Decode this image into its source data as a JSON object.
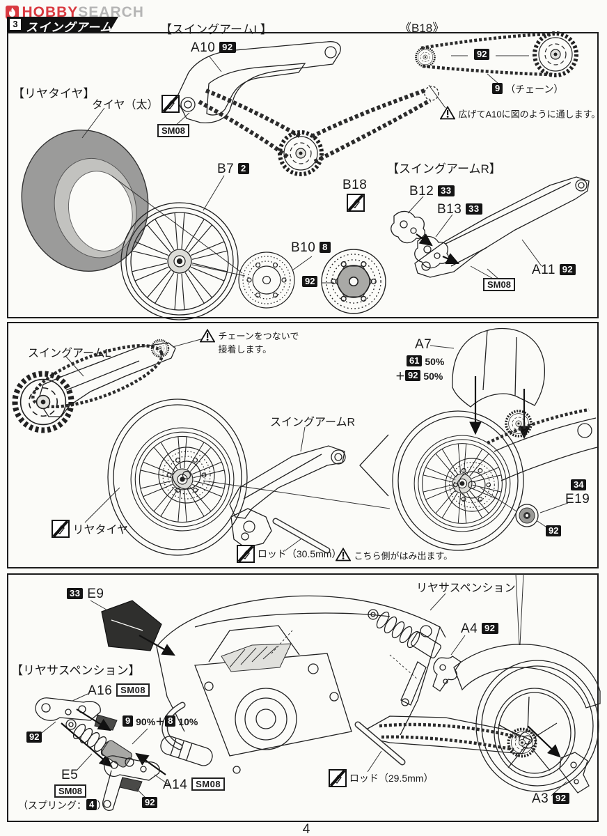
{
  "colors": {
    "accent_red": "#d93a40",
    "logo_gray": "#b5b5b5",
    "badge_black": "#141414",
    "tire_gray": "#9b9b9a",
    "paper": "#fbfbf8"
  },
  "icons": {
    "logo_flame": "flame-icon",
    "no_cement": "no-cement-icon",
    "warning": "warning-triangle-icon"
  },
  "header": {
    "logo_hobby": "HOBBY",
    "logo_search": "SEARCH",
    "step_no": "3",
    "step_title": "スイングアーム"
  },
  "footer": {
    "page_no": "4"
  },
  "top": {
    "h_arm_l": "【スイングアームL】",
    "a10": "A10",
    "a10_c": "92",
    "h_b18": "《B18》",
    "b18_c": "92",
    "chain_no": "9",
    "chain_txt": "（チェーン）",
    "warn_chain": "広げてA10に図のように通します。",
    "h_tire": "【リヤタイヤ】",
    "tire_label": "タイヤ（太）",
    "sm08_l": "SM08",
    "b7": "B7",
    "b7_c": "2",
    "b18": "B18",
    "b10": "B10",
    "b10_c": "8",
    "disc_c": "92",
    "h_arm_r": "【スイングアームR】",
    "b12": "B12",
    "b12_c": "33",
    "b13": "B13",
    "b13_c": "33",
    "a11": "A11",
    "a11_c": "92",
    "sm08_r": "SM08"
  },
  "mid": {
    "arm_l": "スイングアームL",
    "warn1": "チェーンをつないで",
    "warn2": "接着します。",
    "arm_r": "スイングアームR",
    "tire": "リヤタイヤ",
    "rod": "ロッド（30.5mm）",
    "warn_side": "こちら側がはみ出ます。",
    "a7": "A7",
    "mix1_c": "61",
    "mix1_p": "50%",
    "plus": "＋",
    "mix2_c": "92",
    "mix2_p": "50%",
    "c34": "34",
    "e19": "E19",
    "c92": "92"
  },
  "bot": {
    "e9_c": "33",
    "e9": "E9",
    "susp": "リヤサスペンション",
    "a4": "A4",
    "a4_c": "92",
    "h_susp": "【リヤサスペンション】",
    "a16": "A16",
    "a16_box": "SM08",
    "c92_l": "92",
    "mix1_c": "9",
    "mix1_p": "90%",
    "plus": "＋",
    "mix2_c": "8",
    "mix2_p": "10%",
    "e5": "E5",
    "e5_box": "SM08",
    "spring_pre": "（スプリング：",
    "spring_c": "4",
    "spring_post": "）",
    "a14": "A14",
    "a14_box": "SM08",
    "c92_r": "92",
    "rod": "ロッド（29.5mm）",
    "a3": "A3",
    "a3_c": "92"
  }
}
